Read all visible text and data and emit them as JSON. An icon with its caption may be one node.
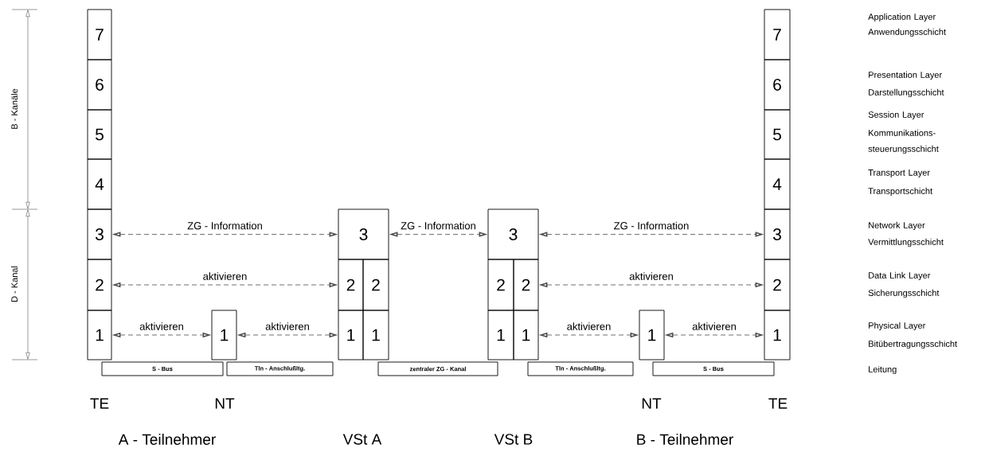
{
  "diagram": {
    "nodes": [
      {
        "text": [
          "7"
        ]
      },
      {
        "text": [
          "6"
        ]
      },
      {
        "text": [
          "5"
        ]
      },
      {
        "text": [
          "4"
        ]
      },
      {
        "text": [
          "3"
        ]
      },
      {
        "text": [
          "2"
        ]
      },
      {
        "text": [
          "1"
        ]
      },
      {
        "text": [
          "1"
        ]
      },
      {
        "text": [
          "3"
        ]
      },
      {
        "text": [
          "2"
        ]
      },
      {
        "text": [
          "2"
        ]
      },
      {
        "text": [
          "1"
        ]
      },
      {
        "text": [
          "1"
        ]
      },
      {
        "text": [
          "3"
        ]
      },
      {
        "text": [
          "2"
        ]
      },
      {
        "text": [
          "2"
        ]
      },
      {
        "text": [
          "1"
        ]
      },
      {
        "text": [
          "1"
        ]
      },
      {
        "text": [
          "1"
        ]
      },
      {
        "text": [
          "7"
        ]
      },
      {
        "text": [
          "6"
        ]
      },
      {
        "text": [
          "5"
        ]
      },
      {
        "text": [
          "4"
        ]
      },
      {
        "text": [
          "3"
        ]
      },
      {
        "text": [
          "2"
        ]
      },
      {
        "text": [
          "1"
        ]
      },
      {
        "text": [
          "S - Bus"
        ]
      },
      {
        "text": [
          "Tln - Anschlußltg."
        ]
      },
      {
        "text": [
          "zentraler ZG - Kanal"
        ]
      },
      {
        "text": [
          "Tln - Anschlußltg."
        ]
      },
      {
        "text": [
          "S - Bus"
        ]
      }
    ],
    "edges": [
      {
        "from": 4,
        "to": 8,
        "arrow": "both",
        "style": "dashed",
        "label": "ZG - Information"
      },
      {
        "from": 8,
        "to": 13,
        "arrow": "both",
        "style": "dashed",
        "label": "ZG - Information"
      },
      {
        "from": 13,
        "to": 23,
        "arrow": "both",
        "style": "dashed",
        "label": "ZG - Information"
      },
      {
        "from": 5,
        "to": 9,
        "arrow": "both",
        "style": "dashed",
        "label": "aktivieren"
      },
      {
        "from": 15,
        "to": 24,
        "arrow": "both",
        "style": "dashed",
        "label": "aktivieren"
      },
      {
        "from": 6,
        "to": 7,
        "arrow": "both",
        "style": "dashed",
        "label": "aktivieren"
      },
      {
        "from": 7,
        "to": 11,
        "arrow": "both",
        "style": "dashed",
        "label": "aktivieren"
      },
      {
        "from": 17,
        "to": 18,
        "arrow": "both",
        "style": "dashed",
        "label": "aktivieren"
      },
      {
        "from": 18,
        "to": 25,
        "arrow": "both",
        "style": "dashed",
        "label": "aktivieren"
      }
    ],
    "labels": [
      "B - Kanäle",
      "D - Kanal",
      "Application Layer",
      "Anwendungsschicht",
      "Presentation Layer",
      "Darstellungsschicht",
      "Session Layer",
      "Kommunikations- steuerungsschicht",
      "Transport Layer",
      "Transportschicht",
      "Network Layer",
      "Vermittlungsschicht",
      "Data Link Layer",
      "Sicherungsschicht",
      "Physical Layer",
      "Bitübertragungsschicht",
      "Leitung",
      "TE",
      "NT",
      "NT",
      "TE",
      "A - Teilnehmer",
      "VSt A",
      "VSt B",
      "B - Teilnehmer"
    ]
  }
}
